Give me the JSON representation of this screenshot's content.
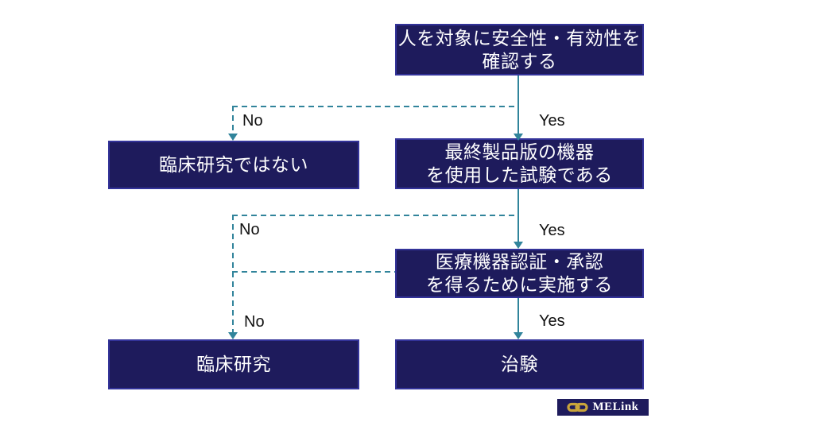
{
  "flowchart": {
    "boxes": {
      "start": {
        "line1": "人を対象に安全性・有効性を",
        "line2": "確認する"
      },
      "not_clinical_research": {
        "line1": "臨床研究ではない"
      },
      "final_product_test": {
        "line1": "最終製品版の機器",
        "line2": "を使用した試験である"
      },
      "approval_purpose": {
        "line1": "医療機器認証・承認",
        "line2": "を得るために実施する"
      },
      "clinical_research": {
        "line1": "臨床研究"
      },
      "clinical_trial": {
        "line1": "治験"
      }
    },
    "labels": {
      "yes": "Yes",
      "no": "No"
    }
  },
  "logo": {
    "text": "MELink",
    "icon": "chain-link-icon"
  },
  "colors": {
    "box_fill": "#1e1b5c",
    "box_border": "#333399",
    "arrow": "#31849b",
    "box_text": "#ffffff",
    "label_text": "#111111",
    "logo_gold": "#c9a43b",
    "page_bg": "#ffffff"
  }
}
